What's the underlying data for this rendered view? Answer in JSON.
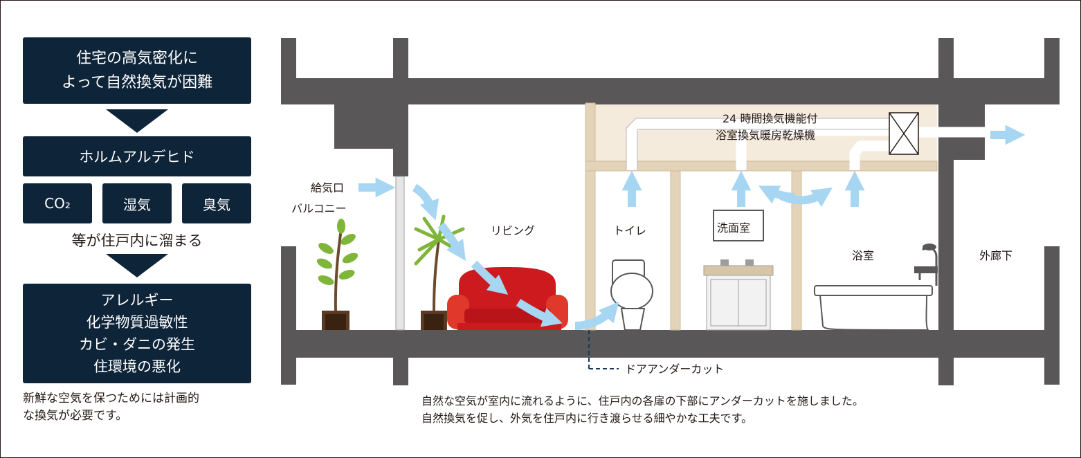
{
  "left_panel": {
    "box1": [
      "住宅の高気密化に",
      "よって自然換気が困難"
    ],
    "box2": "ホルムアルデヒド",
    "small_boxes": [
      "CO₂",
      "湿気",
      "臭気"
    ],
    "middle_text": "等が住戸内に溜まる",
    "box3": [
      "アレルギー",
      "化学物質過敏性",
      "カビ・ダニの発生",
      "住環境の悪化"
    ],
    "note": [
      "新鮮な空気を保つためには計画的",
      "な換気が必要です。"
    ]
  },
  "diagram": {
    "supply_label": "給気口",
    "balcony_label": "バルコニー",
    "living_label": "リビング",
    "toilet_label": "トイレ",
    "washroom_label": "洗面室",
    "bathroom_label": "浴室",
    "corridor_label": "外廊下",
    "fan_label": [
      "24 時間換気機能付",
      "浴室換気暖房乾燥機"
    ],
    "undercut_label": "ドアアンダーカット"
  },
  "bottom_note": [
    "自然な空気が室内に流れるように、住戸内の各扉の下部にアンダーカットを施しました。",
    "自然換気を促し、外気を住戸内に行き渡らせる細やかな工夫です。"
  ],
  "colors": {
    "navy": "#0e2439",
    "concrete": "#595757",
    "ceiling": "#f5ebdc",
    "partition": "#e3d3b8",
    "airflow": "#a6d6f2"
  }
}
